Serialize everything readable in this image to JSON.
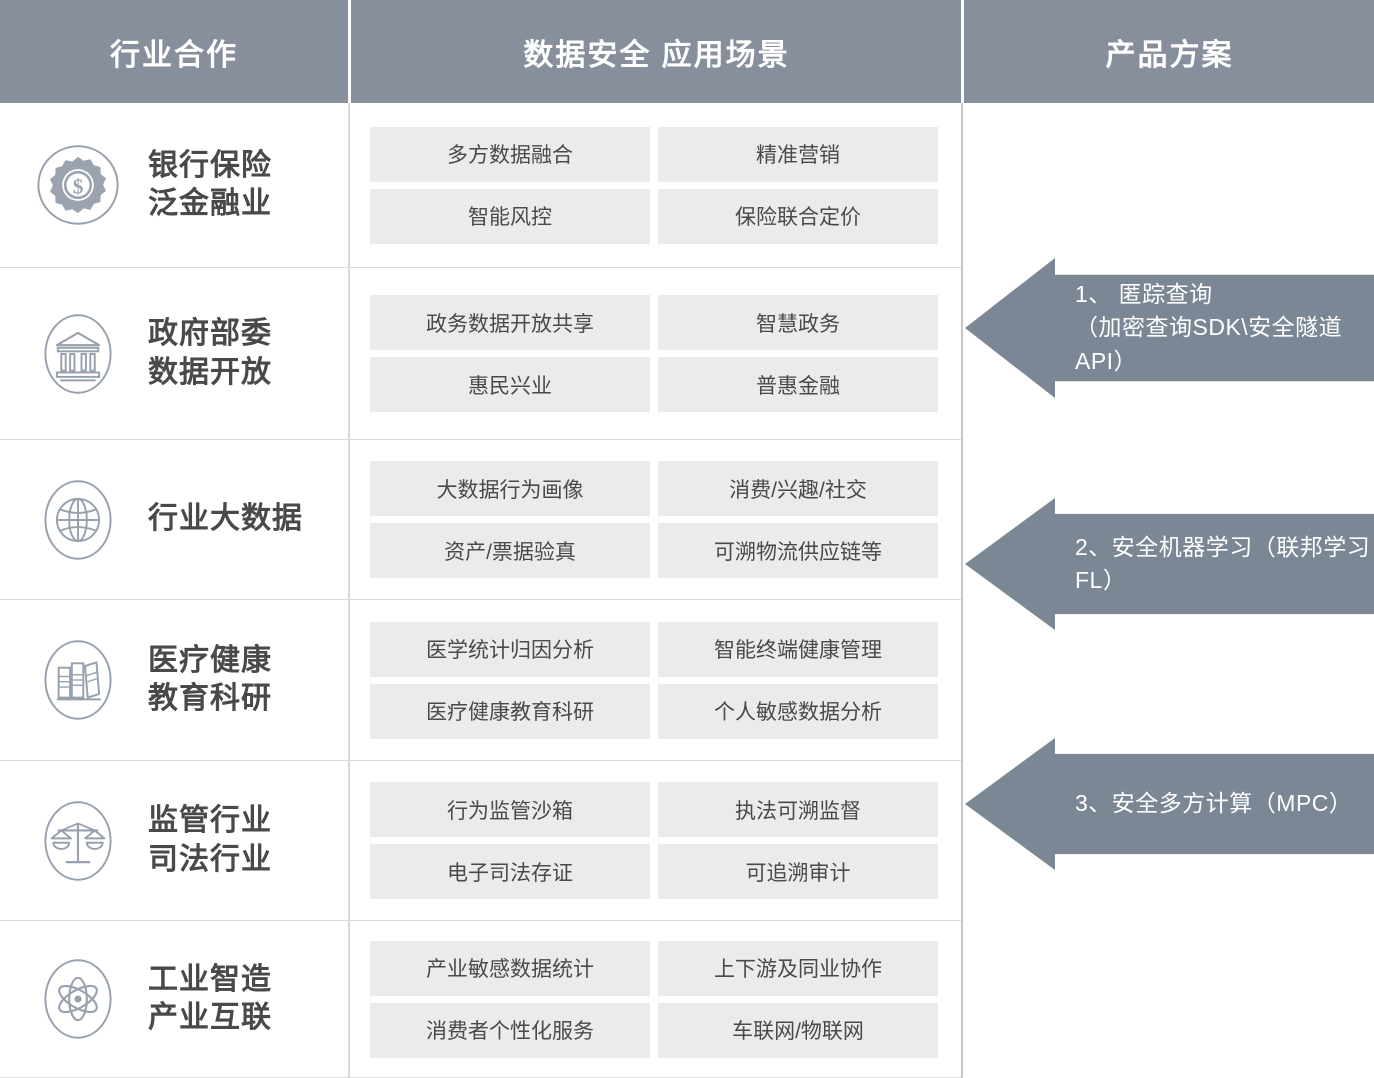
{
  "header": {
    "columns": [
      {
        "label": "行业合作"
      },
      {
        "label": "数据安全  应用场景"
      },
      {
        "label": "产品方案"
      }
    ]
  },
  "colors": {
    "header_bg": "#868f9b",
    "tag_bg": "#ebebed",
    "arrow_fill": "#7c8795",
    "label_text": "#494949",
    "divider": "#dcdcdc"
  },
  "rows": [
    {
      "icon": "gear-dollar-icon",
      "label": "银行保险\n泛金融业",
      "tags": [
        {
          "left": "多方数据融合",
          "right": "精准营销"
        },
        {
          "left": "智能风控",
          "right": "保险联合定价"
        }
      ]
    },
    {
      "icon": "bank-building-icon",
      "label": "政府部委\n数据开放",
      "tags": [
        {
          "left": "政务数据开放共享",
          "right": "智慧政务"
        },
        {
          "left": "惠民兴业",
          "right": "普惠金融"
        }
      ]
    },
    {
      "icon": "globe-icon",
      "label": "行业大数据",
      "tags": [
        {
          "left": "大数据行为画像",
          "right": "消费/兴趣/社交"
        },
        {
          "left": "资产/票据验真",
          "right": "可溯物流供应链等"
        }
      ]
    },
    {
      "icon": "books-icon",
      "label": "医疗健康\n教育科研",
      "tags": [
        {
          "left": "医学统计归因分析",
          "right": "智能终端健康管理"
        },
        {
          "left": "医疗健康教育科研",
          "right": "个人敏感数据分析"
        }
      ]
    },
    {
      "icon": "justice-scales-icon",
      "label": "监管行业\n司法行业",
      "tags": [
        {
          "left": "行为监管沙箱",
          "right": "执法可溯监督"
        },
        {
          "left": "电子司法存证",
          "right": "可追溯审计"
        }
      ]
    },
    {
      "icon": "atom-icon",
      "label": "工业智造\n产业互联",
      "tags": [
        {
          "left": "产业敏感数据统计",
          "right": "上下游及同业协作"
        },
        {
          "left": "消费者个性化服务",
          "right": "车联网/物联网"
        }
      ]
    }
  ],
  "products": [
    {
      "text": "1、 匿踪查询\n（加密查询SDK\\安全隧道API）"
    },
    {
      "text": "2、安全机器学习（联邦学习FL）"
    },
    {
      "text": "3、安全多方计算（MPC）"
    }
  ]
}
